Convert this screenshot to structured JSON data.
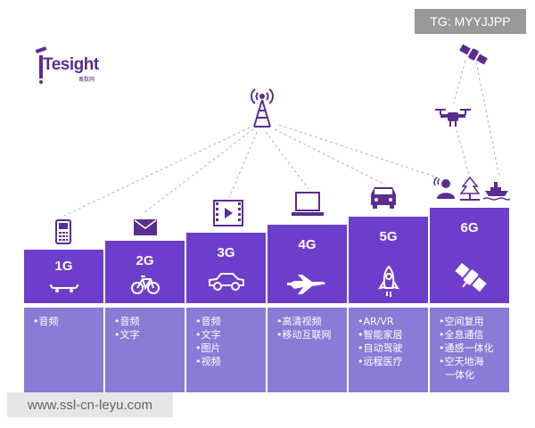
{
  "watermark_top": "TG: MYYJJPP",
  "watermark_bottom": "www.ssl-cn-leyu.com",
  "logo": {
    "wordmark": "Tesight",
    "sub": "毒数网"
  },
  "colors": {
    "bar": "#6d3ecb",
    "column": "#8b7bd6",
    "icon": "#5a2d91",
    "dash": "#b3b3b3"
  },
  "generations": [
    {
      "label": "1G",
      "top_icon": "phone-icon",
      "bottom_icon": "skateboard-icon",
      "features": [
        "•音频"
      ]
    },
    {
      "label": "2G",
      "top_icon": "envelope-icon",
      "bottom_icon": "bicycle-icon",
      "features": [
        "•音频",
        "•文字"
      ]
    },
    {
      "label": "3G",
      "top_icon": "video-icon",
      "bottom_icon": "car-icon",
      "features": [
        "•音频",
        "•文字",
        "•图片",
        "•视频"
      ]
    },
    {
      "label": "4G",
      "top_icon": "laptop-icon",
      "bottom_icon": "airplane-icon",
      "features": [
        "•高清视频",
        "•移动互联网"
      ]
    },
    {
      "label": "5G",
      "top_icon": "car-front-icon",
      "bottom_icon": "rocket-icon",
      "features": [
        "•AR/VR",
        "•智能家居",
        "•自动驾驶",
        "•远程医疗"
      ]
    },
    {
      "label": "6G",
      "top_icon": "person-signal-icon",
      "bottom_icon": "satellite-icon",
      "features": [
        "•空间复用",
        "•全息通信",
        "•通感一体化",
        "•空天地海",
        "  一体化"
      ]
    }
  ]
}
